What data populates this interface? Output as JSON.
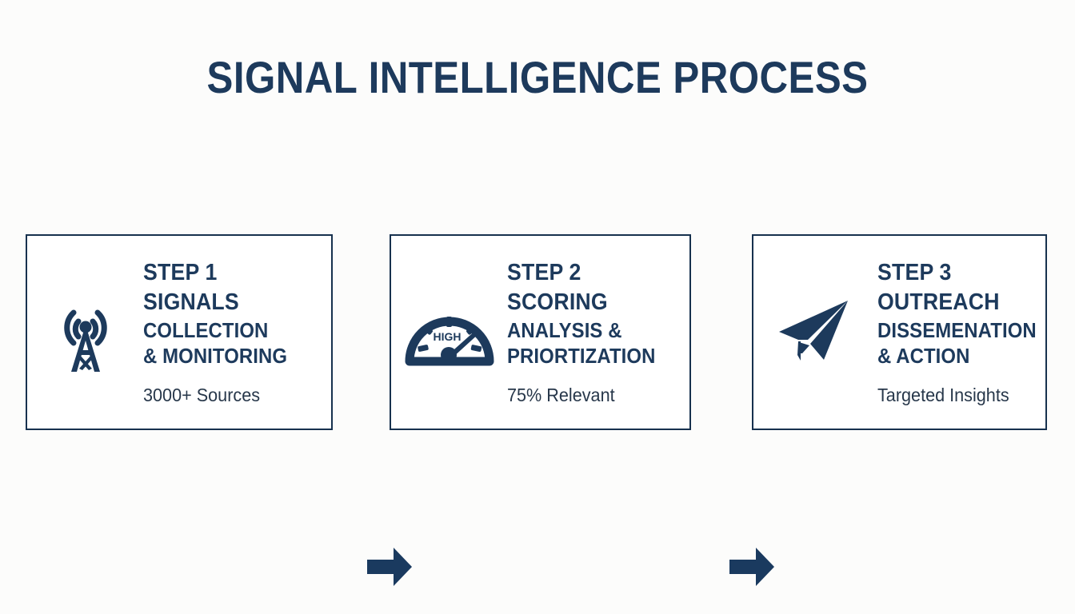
{
  "slide": {
    "title": "SIGNAL INTELLIGENCE PROCESS",
    "background_color": "#fcfcfb",
    "accent_color": "#1d3a5c",
    "border_color": "#17314e",
    "arrow_color": "#1a3a5f"
  },
  "steps": [
    {
      "icon": "radio-tower-icon",
      "step_label": "STEP 1",
      "title": "SIGNALS",
      "subtitle_line_1": "COLLECTION",
      "subtitle_line_2": "& MONITORING",
      "caption": "3000+ Sources"
    },
    {
      "icon": "gauge-icon",
      "icon_label": "HIGH",
      "step_label": "STEP 2",
      "title": "SCORING",
      "subtitle_line_1": "ANALYSIS &",
      "subtitle_line_2": "PRIORTIZATION",
      "caption": "75% Relevant"
    },
    {
      "icon": "paper-plane-icon",
      "step_label": "STEP 3",
      "title": "OUTREACH",
      "subtitle_line_1": "DISSEMENATION",
      "subtitle_line_2": "& ACTION",
      "caption": "Targeted Insights"
    }
  ],
  "connectors": [
    {
      "name": "arrow-right-1"
    },
    {
      "name": "arrow-right-2"
    }
  ]
}
